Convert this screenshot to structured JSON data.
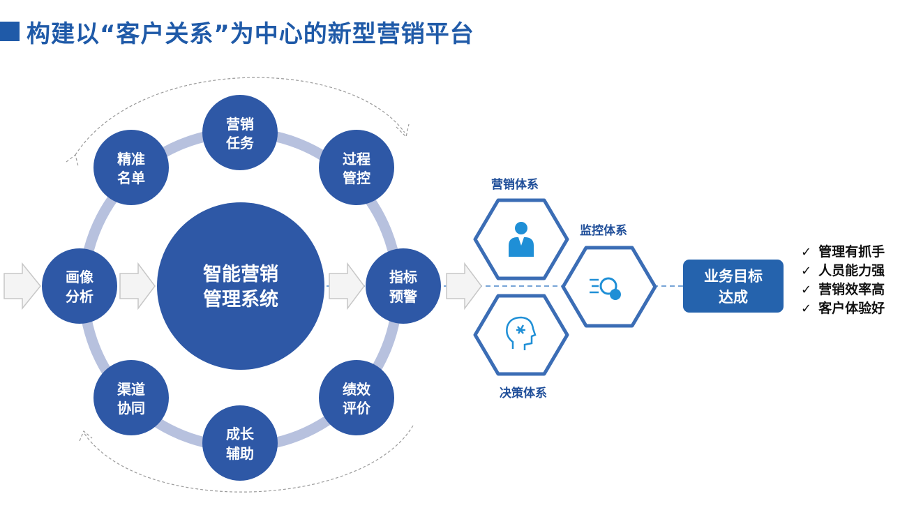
{
  "title": "构建以“客户关系”为中心的新型营销平台",
  "center": {
    "line1": "智能营销",
    "line2": "管理系统"
  },
  "nodes": {
    "marketing_task": {
      "line1": "营销",
      "line2": "任务"
    },
    "precise_list": {
      "line1": "精准",
      "line2": "名单"
    },
    "process_control": {
      "line1": "过程",
      "line2": "管控"
    },
    "profile_analysis": {
      "line1": "画像",
      "line2": "分析"
    },
    "indicator_warning": {
      "line1": "指标",
      "line2": "预警"
    },
    "channel_collab": {
      "line1": "渠道",
      "line2": "协同"
    },
    "performance_eval": {
      "line1": "绩效",
      "line2": "评价"
    },
    "growth_assist": {
      "line1": "成长",
      "line2": "辅助"
    }
  },
  "systems": {
    "marketing": "营销体系",
    "monitoring": "监控体系",
    "decision": "决策体系"
  },
  "goal": {
    "line1": "业务目标",
    "line2": "达成"
  },
  "outcomes": [
    "管理有抓手",
    "人员能力强",
    "营销效率高",
    "客户体验好"
  ],
  "check_symbol": "✓",
  "colors": {
    "primary": "#2e58a6",
    "ring": "#b7c1de",
    "title": "#1f5aa8",
    "goal": "#2563ad"
  }
}
